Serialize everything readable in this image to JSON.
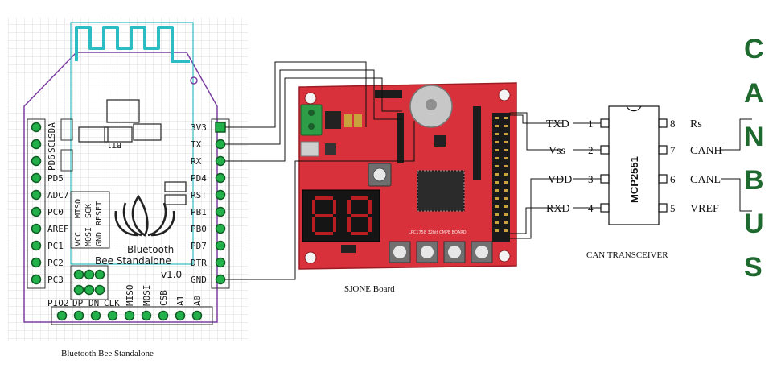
{
  "bee": {
    "caption": "Bluetooth Bee Standalone",
    "title_line1": "Bluetooth",
    "title_line2": "Bee Standalone",
    "version": "v1.0",
    "silk_bt1": "BT1",
    "left_pins": [
      "SDA",
      "SCL",
      "PD6",
      "PD5",
      "ADC7",
      "PC0",
      "AREF",
      "PC1",
      "PC2",
      "PC3"
    ],
    "right_pins": [
      "3V3",
      "TX",
      "RX",
      "PD4",
      "RST",
      "PB1",
      "PB0",
      "PD7",
      "DTR",
      "GND"
    ],
    "bottom_pins": [
      "PIO2",
      "DP",
      "DN",
      "CLK",
      "MISO",
      "MOSI",
      "CSB",
      "A1",
      "A0"
    ],
    "isp_labels": [
      "VCC",
      "MISO",
      "MOSI",
      "SCK",
      "GND",
      "RESET"
    ]
  },
  "sjone": {
    "caption": "SJONE Board",
    "silk_text": "LPC1758 32bit  CMPE  BOARD",
    "digits": "88"
  },
  "mcp": {
    "chip_name": "MCP2551",
    "caption": "CAN TRANSCEIVER",
    "left_pins": [
      {
        "name": "TXD",
        "num": "1"
      },
      {
        "name": "Vss",
        "num": "2"
      },
      {
        "name": "VDD",
        "num": "3"
      },
      {
        "name": "RXD",
        "num": "4"
      }
    ],
    "right_pins": [
      {
        "name": "Rs",
        "num": "8"
      },
      {
        "name": "CANH",
        "num": "7"
      },
      {
        "name": "CANL",
        "num": "6"
      },
      {
        "name": "VREF",
        "num": "5"
      }
    ]
  },
  "canbus_letters": [
    "C",
    "A",
    "N",
    "B",
    "U",
    "S"
  ],
  "colors": {
    "grid": "#dcdcdc",
    "board_outline": "#7b3fa0",
    "antenna": "#2bbcc4",
    "pcb": "#d8313b",
    "pad": "#1f9d3a",
    "canbus": "#1e6a2e"
  }
}
